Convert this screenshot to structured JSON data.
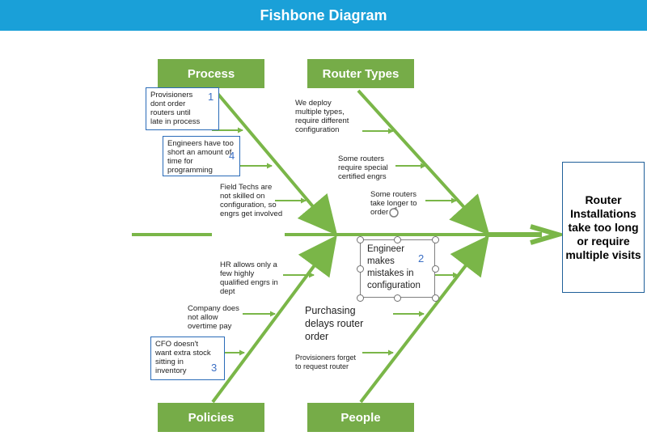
{
  "title": "Fishbone Diagram",
  "effect": "Router Installations take too long or require multiple visits",
  "categories": {
    "process": "Process",
    "router_types": "Router Types",
    "policies": "Policies",
    "people": "People"
  },
  "causes": {
    "provisioners_order": {
      "text": "Provisioners dont order routers until late in process",
      "number": "1"
    },
    "engineers_time": {
      "text": "Engineers have too short an amount of time for programming",
      "number": "4"
    },
    "field_techs": "Field Techs are not skilled on configuration, so engrs get involved",
    "deploy_types": "We deploy multiple types, require different configuration",
    "special_engrs": "Some routers require special certified engrs",
    "longer_order": "Some routers take longer to order",
    "hr_allows": "HR allows only a few highly qualified engrs in dept",
    "overtime": "Company does not allow overtime pay",
    "cfo_stock": {
      "text": "CFO doesn't want extra stock sitting in inventory",
      "number": "3"
    },
    "engineer_mistakes": {
      "text": "Engineer makes mistakes in configuration",
      "number": "2"
    },
    "purchasing_delays": "Purchasing delays router order",
    "provisioners_forget": "Provisioners forget to request router"
  },
  "colors": {
    "header": "#1aa0d8",
    "category": "#76ac48",
    "bone": "#7ab648",
    "box_border": "#2a6bb8",
    "number": "#3b6fc4"
  }
}
